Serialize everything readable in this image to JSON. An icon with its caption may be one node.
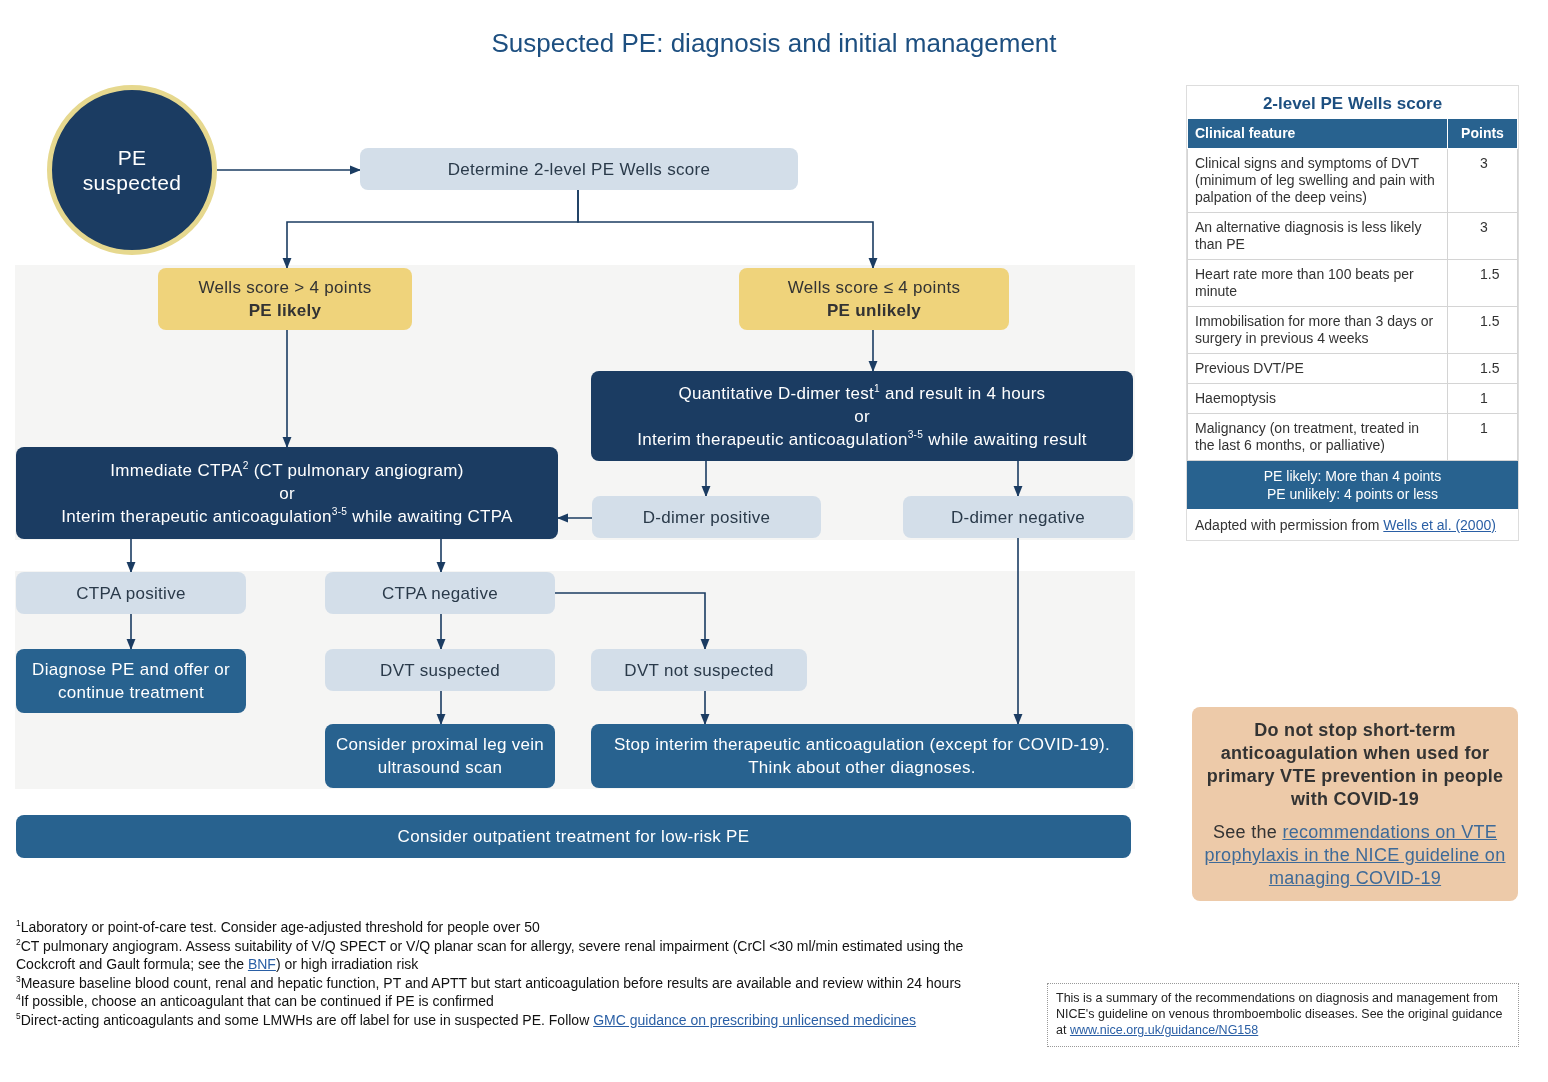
{
  "diagram": {
    "title": "Suspected PE: diagnosis and initial management",
    "nodes": [
      {
        "text": [
          "PE suspected"
        ]
      },
      {
        "text": [
          "Determine 2-level PE Wells score"
        ]
      },
      {
        "text": [
          "Wells score > 4 points",
          "PE likely"
        ]
      },
      {
        "text": [
          "Wells score ≤ 4 points",
          "PE unlikely"
        ]
      },
      {
        "text": [
          "Quantitative D-dimer test$^{1}$ and result in 4 hours",
          "or",
          "Interim therapeutic anticoagulation$^{3-5}$ while awaiting result"
        ]
      },
      {
        "text": [
          "Immediate CTPA$^{2}$ (CT pulmonary angiogram)",
          "or",
          "Interim therapeutic anticoagulation$^{3-5}$ while awaiting CTPA"
        ]
      },
      {
        "text": [
          "D-dimer positive"
        ]
      },
      {
        "text": [
          "D-dimer negative"
        ]
      },
      {
        "text": [
          "CTPA positive"
        ]
      },
      {
        "text": [
          "CTPA negative"
        ]
      },
      {
        "text": [
          "Diagnose PE and offer or continue treatment"
        ]
      },
      {
        "text": [
          "DVT suspected"
        ]
      },
      {
        "text": [
          "DVT not suspected"
        ]
      },
      {
        "text": [
          "Consider proximal leg vein ultrasound scan"
        ]
      },
      {
        "text": [
          "Stop interim therapeutic anticoagulation (except for COVID-19). Think about other diagnoses."
        ]
      },
      {
        "text": [
          "Consider outpatient treatment for low-risk PE"
        ]
      },
      {
        "text": [
          "Do not stop short-term anticoagulation when used for primary VTE prevention in people with COVID-19",
          "See the",
          "recommendations on VTE prophylaxis in the NICE guideline on managing COVID-19"
        ]
      }
    ],
    "edges": [
      {
        "from": 0,
        "to": 1,
        "arrow": "to"
      },
      {
        "from": 1,
        "to": 2,
        "arrow": "to"
      },
      {
        "from": 1,
        "to": 3,
        "arrow": "to"
      },
      {
        "from": 2,
        "to": 5,
        "arrow": "to"
      },
      {
        "from": 3,
        "to": 4,
        "arrow": "to"
      },
      {
        "from": 4,
        "to": 6,
        "arrow": "to"
      },
      {
        "from": 4,
        "to": 7,
        "arrow": "to"
      },
      {
        "from": 6,
        "to": 5,
        "arrow": "to"
      },
      {
        "from": 5,
        "to": 8,
        "arrow": "to"
      },
      {
        "from": 5,
        "to": 9,
        "arrow": "to"
      },
      {
        "from": 8,
        "to": 10,
        "arrow": "to"
      },
      {
        "from": 9,
        "to": 11,
        "arrow": "to"
      },
      {
        "from": 9,
        "to": 12,
        "arrow": "to"
      },
      {
        "from": 11,
        "to": 13,
        "arrow": "to"
      },
      {
        "from": 12,
        "to": 14,
        "arrow": "to"
      },
      {
        "from": 7,
        "to": 14,
        "arrow": "to"
      }
    ],
    "labels": [
      "2-level PE Wells score",
      "Clinical feature",
      "Points",
      "Clinical signs and symptoms of DVT (minimum of leg swelling and pain with palpation of the deep veins)",
      "3",
      "An alternative diagnosis is less likely than PE",
      "3",
      "Heart rate more than 100 beats per minute",
      "1.5",
      "Immobilisation for more than 3 days or surgery in previous 4 weeks",
      "1.5",
      "Previous DVT/PE",
      "1.5",
      "Haemoptysis",
      "1",
      "Malignancy (on treatment, treated in the last 6 months, or palliative)",
      "1",
      "PE likely: More than 4 points",
      "PE unlikely: 4 points or less",
      "Adapted with permission from",
      "Wells et al. (2000)",
      "$^{1}$Laboratory or point-of-care test. Consider age-adjusted threshold for people over 50",
      "$^{2}$CT pulmonary angiogram. Assess suitability of V/Q SPECT or V/Q planar scan for allergy, severe renal impairment (CrCl <30 ml/min estimated using the Cockcroft and Gault formula; see the",
      "BNF",
      ") or high irradiation risk",
      "$^{3}$Measure baseline blood count, renal and hepatic function, PT and APTT but start anticoagulation before results are available and review within 24 hours",
      "$^{4}$If possible, choose an anticoagulant that can be continued if PE is confirmed",
      "$^{5}$Direct-acting anticoagulants and some LMWHs are off label for use in suspected PE. Follow",
      "GMC guidance on prescribing unlicensed medicines",
      "This is a summary of the recommendations on diagnosis and management from NICE's guideline on venous thromboembolic diseases. See the original guidance at",
      "www.nice.org.uk/guidance/NG158"
    ]
  }
}
